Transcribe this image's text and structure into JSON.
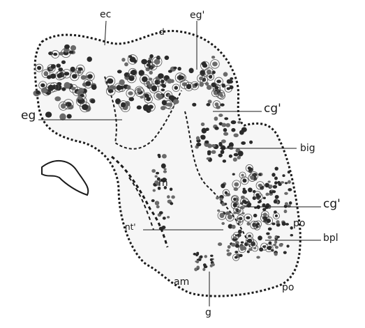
{
  "colors": {
    "background": "#ffffff",
    "ink": "#1a1a1a",
    "membrane_fill": "#f6f6f6",
    "nucleus_dark": "#2a2a2a",
    "nucleus_mid": "#6a6a6a"
  },
  "labels": {
    "ec": "ec",
    "eg_prime": "eg'",
    "d": "d",
    "eg": "eg",
    "cg_prime_1": "cg'",
    "big": "big",
    "m": "m",
    "cg_prime_2": "cg'",
    "nt_prime": "nt'",
    "po_1": "po",
    "bpl": "bpl",
    "am": "am",
    "po_2": "po",
    "g": "g"
  }
}
